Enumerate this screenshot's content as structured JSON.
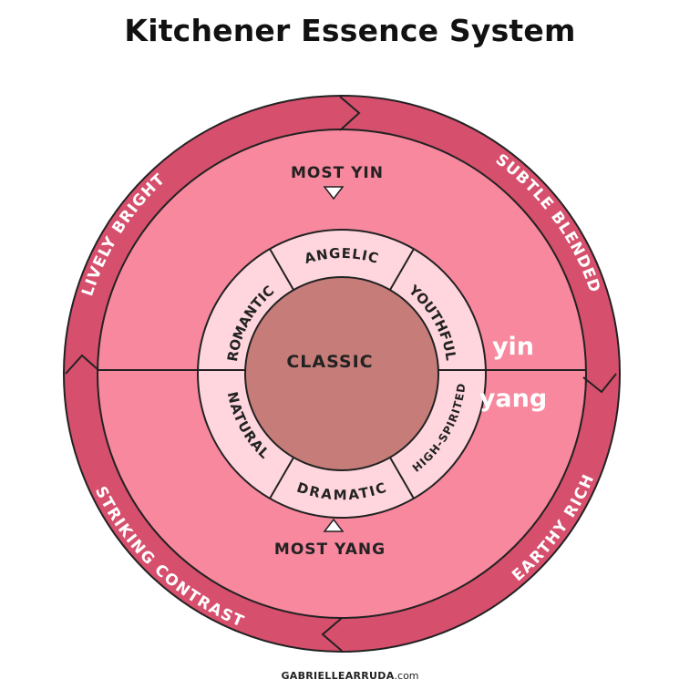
{
  "title": "Kitchener Essence System",
  "outer_ring": {
    "labels": [
      "LIVELY BRIGHT",
      "SUBTLE BLENDED",
      "EARTHY RICH",
      "STRIKING CONTRAST"
    ]
  },
  "axis": {
    "top": "MOST YIN",
    "bottom": "MOST YANG",
    "right_upper": "yin",
    "right_lower": "yang"
  },
  "segments": [
    "ANGELIC",
    "YOUTHFUL",
    "HIGH-SPIRITED",
    "DRAMATIC",
    "NATURAL",
    "ROMANTIC"
  ],
  "center": "CLASSIC",
  "footer": {
    "brand": "GABRIELLEARRUDA",
    "suffix": ".com"
  },
  "colors": {
    "outer_ring": "#d64f6d",
    "middle_fill": "#f7889d",
    "inner_ring": "#ffd6de",
    "center": "#c67d79",
    "stroke": "#222222"
  }
}
